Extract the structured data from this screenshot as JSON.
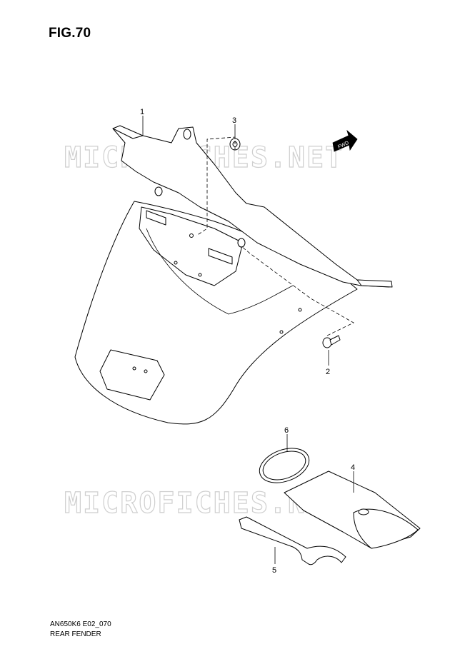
{
  "figure": {
    "title": "FIG.70",
    "code": "AN650K6 E02_070",
    "name": "REAR FENDER"
  },
  "watermarks": [
    "MICROFICHES.NET",
    "MICROFICHES.NET"
  ],
  "direction_badge": "FWD",
  "callouts": [
    "1",
    "2",
    "3",
    "4",
    "5",
    "6"
  ]
}
